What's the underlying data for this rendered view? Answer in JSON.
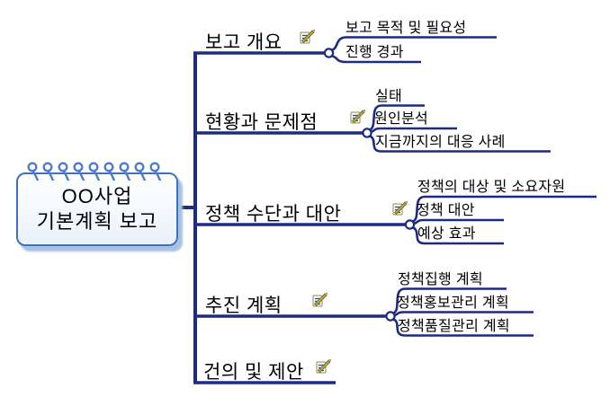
{
  "colors": {
    "line": "#1f2b7e",
    "nodeBorder": "#4070b5",
    "nodeShadow": "#a6c3e2",
    "coil": "#4e7cc9",
    "iconPencil": "#b3a54e",
    "iconTip": "#f2e34d"
  },
  "center_node": {
    "line1": "OO사업",
    "line2": "기본계획 보고"
  },
  "icons": {
    "note": "note-pencil-icon"
  },
  "branches": [
    {
      "label": "보고 개요",
      "children": [
        "보고 목적 및 필요성",
        "진행 경과"
      ]
    },
    {
      "label": "현황과 문제점",
      "children": [
        "실태",
        "원인분석",
        "지금까지의 대응 사례"
      ]
    },
    {
      "label": "정책 수단과 대안",
      "children": [
        "정책의 대상 및 소요자원",
        "정책 대안",
        "예상 효과"
      ]
    },
    {
      "label": "추진 계획",
      "children": [
        "정책집행 계획",
        "정책홍보관리 계획",
        "정책품질관리 계획"
      ]
    },
    {
      "label": "건의 및 제안",
      "children": []
    }
  ]
}
